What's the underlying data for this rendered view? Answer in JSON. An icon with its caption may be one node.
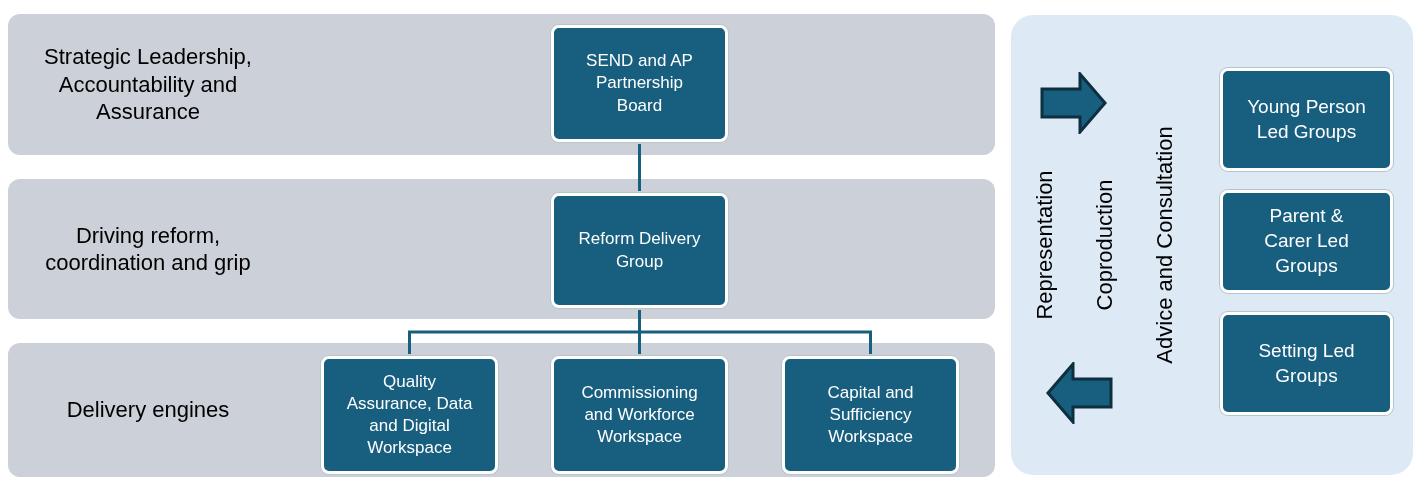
{
  "diagram": {
    "nodes": [
      {
        "text": [
          "Strategic Leadership, Accountability and Assurance"
        ]
      },
      {
        "text": [
          "SEND and AP Partnership Board"
        ],
        "in": 0
      },
      {
        "text": [
          "Driving reform, coordination and grip"
        ]
      },
      {
        "text": [
          "Reform Delivery Group"
        ],
        "in": 2
      },
      {
        "text": [
          "Delivery engines"
        ]
      },
      {
        "text": [
          "Quality Assurance, Data and Digital Workspace"
        ],
        "in": 4
      },
      {
        "text": [
          "Commissioning and Workforce Workspace"
        ],
        "in": 4
      },
      {
        "text": [
          "Capital and Sufficiency Workspace"
        ],
        "in": 4
      },
      {
        "text": [
          "Representation",
          "Coproduction",
          "Advice and Consultation"
        ]
      },
      {
        "text": [
          "Young Person Led Groups"
        ],
        "in": 8
      },
      {
        "text": [
          "Parent & Carer Led Groups"
        ],
        "in": 8
      },
      {
        "text": [
          "Setting Led Groups"
        ],
        "in": 8
      }
    ],
    "edges": [
      {
        "from": 1,
        "to": 3,
        "arrow": "none"
      },
      {
        "from": 3,
        "to": 5,
        "arrow": "none"
      },
      {
        "from": 3,
        "to": 6,
        "arrow": "none"
      },
      {
        "from": 3,
        "to": 7,
        "arrow": "none"
      }
    ]
  }
}
